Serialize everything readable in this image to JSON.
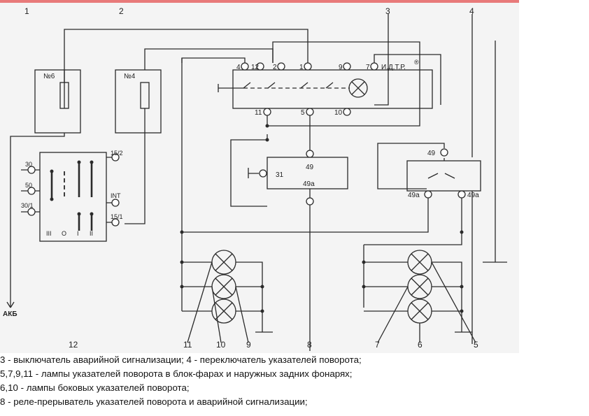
{
  "scheme": {
    "callouts": [
      "1",
      "2",
      "3",
      "4",
      "5",
      "6",
      "7",
      "8",
      "9",
      "10",
      "11",
      "12"
    ],
    "fuse_left_label": "№6",
    "fuse_right_label": "№4",
    "battery_label": "АКБ",
    "ignition_terminals": [
      "30",
      "50",
      "30/1",
      "15/2",
      "INT",
      "15/1"
    ],
    "ignition_positions": [
      "III",
      "O",
      "I",
      "II"
    ],
    "switch_terminals": [
      "4",
      "12",
      "2",
      "1",
      "9",
      "7"
    ],
    "switch_bottom_terminals": [
      "11",
      "5",
      "10"
    ],
    "switch_mark": "И.Д.Т.Р.",
    "switch_mark_symbol": "®",
    "relay_terminals": [
      "49",
      "49а",
      "31"
    ],
    "turn_switch_terminals": [
      "49",
      "49а",
      "49а"
    ]
  },
  "caption": [
    " 3 - выключатель аварийной сигнализации; 4 - переключатель указателей поворота;",
    " 5,7,9,11 - лампы указателей поворота в блок-фарах и наружных задних фонарях;",
    "6,10 - лампы боковых указателей поворота;",
    "8 - реле-прерыватель указателей поворота и аварийной сигнализации;"
  ]
}
